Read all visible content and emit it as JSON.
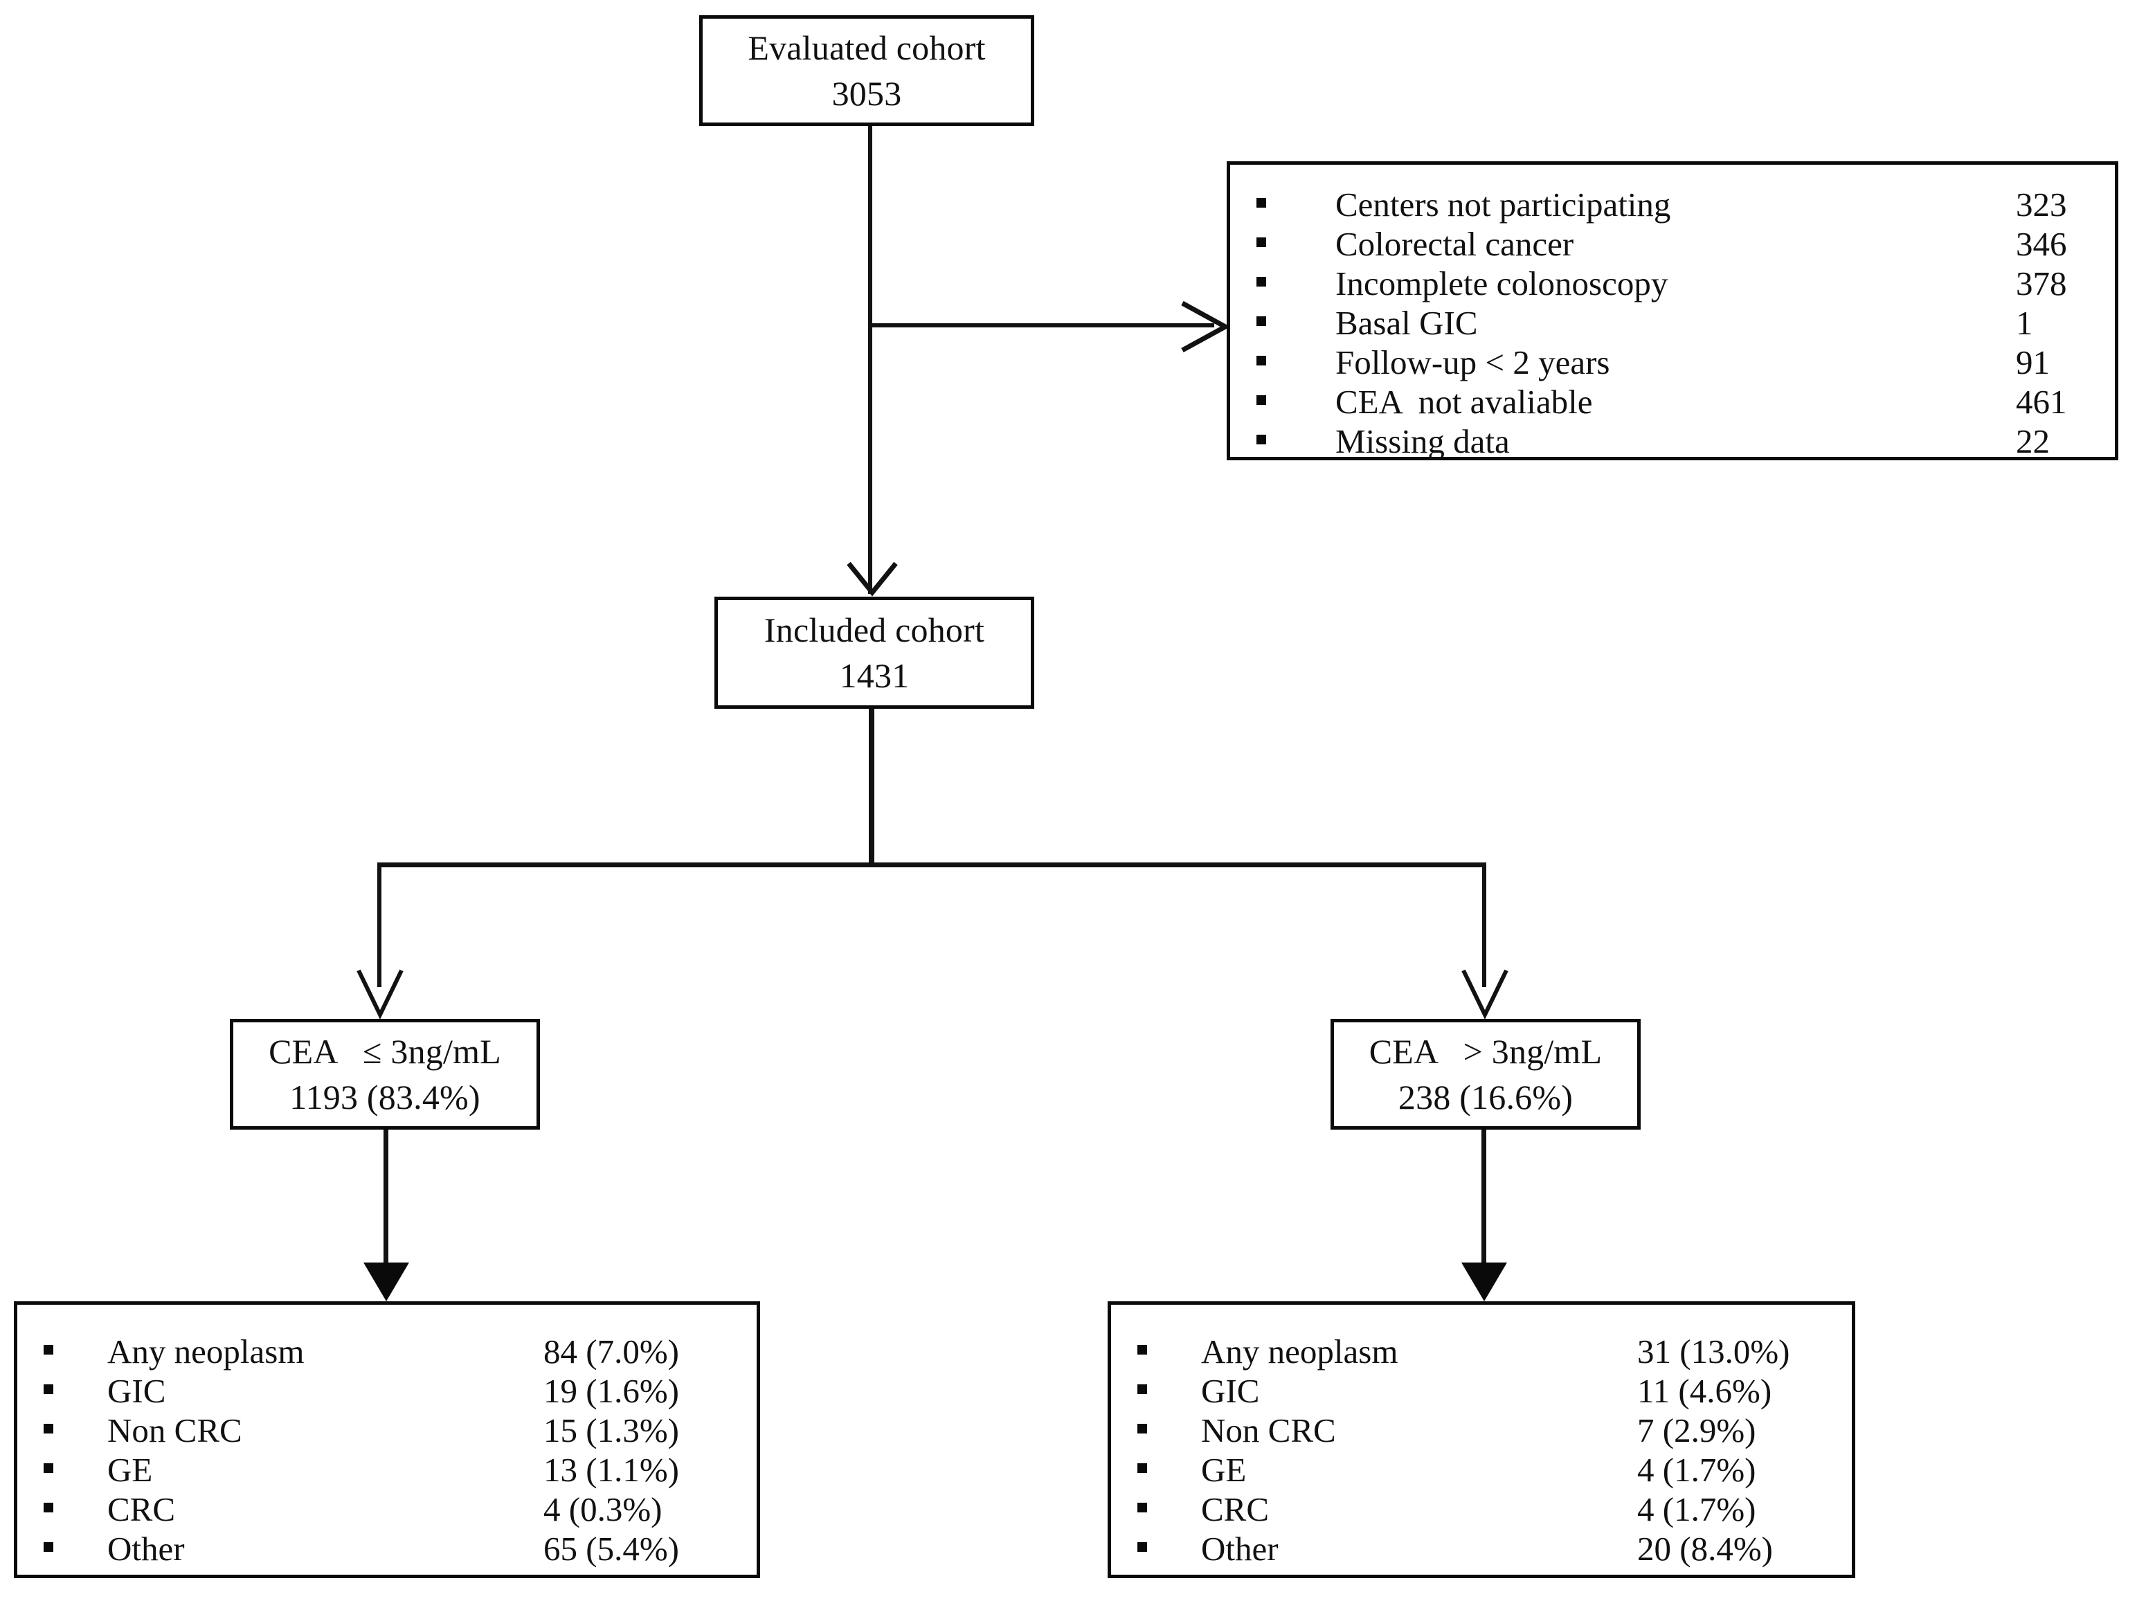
{
  "diagram": {
    "title_nodes": {
      "evaluated": {
        "line1": "Evaluated cohort",
        "line2": "3053"
      },
      "included": {
        "line1": "Included cohort",
        "line2": "1431"
      }
    },
    "exclusions": {
      "items": [
        {
          "label": "Centers not participating",
          "value": "323"
        },
        {
          "label": "Colorectal cancer",
          "value": "346"
        },
        {
          "label": "Incomplete colonoscopy",
          "value": "378"
        },
        {
          "label": "Basal GIC",
          "value": "1"
        },
        {
          "label": "Follow-up < 2 years",
          "value": "91"
        },
        {
          "label": "CEA  not avaliable",
          "value": "461"
        },
        {
          "label": "Missing data",
          "value": "22"
        }
      ]
    },
    "branches": {
      "left": {
        "line1": "CEA   ≤ 3ng/mL",
        "line2": "1193 (83.4%)",
        "outcomes": [
          {
            "label": "Any neoplasm",
            "value": "84 (7.0%)"
          },
          {
            "label": "GIC",
            "value": "19 (1.6%)"
          },
          {
            "label": "Non CRC",
            "value": "15 (1.3%)"
          },
          {
            "label": "GE",
            "value": "13 (1.1%)"
          },
          {
            "label": "CRC",
            "value": "4 (0.3%)"
          },
          {
            "label": "Other",
            "value": "65 (5.4%)"
          }
        ]
      },
      "right": {
        "line1": "CEA   > 3ng/mL",
        "line2": "238 (16.6%)",
        "outcomes": [
          {
            "label": "Any neoplasm",
            "value": "31 (13.0%)"
          },
          {
            "label": "GIC",
            "value": "11 (4.6%)"
          },
          {
            "label": "Non CRC",
            "value": "7 (2.9%)"
          },
          {
            "label": "GE",
            "value": "4 (1.7%)"
          },
          {
            "label": "CRC",
            "value": "4 (1.7%)"
          },
          {
            "label": "Other",
            "value": "20 (8.4%)"
          }
        ]
      }
    },
    "colors": {
      "stroke": "#0a0a0a",
      "background": "#ffffff",
      "text": "#111111"
    }
  }
}
